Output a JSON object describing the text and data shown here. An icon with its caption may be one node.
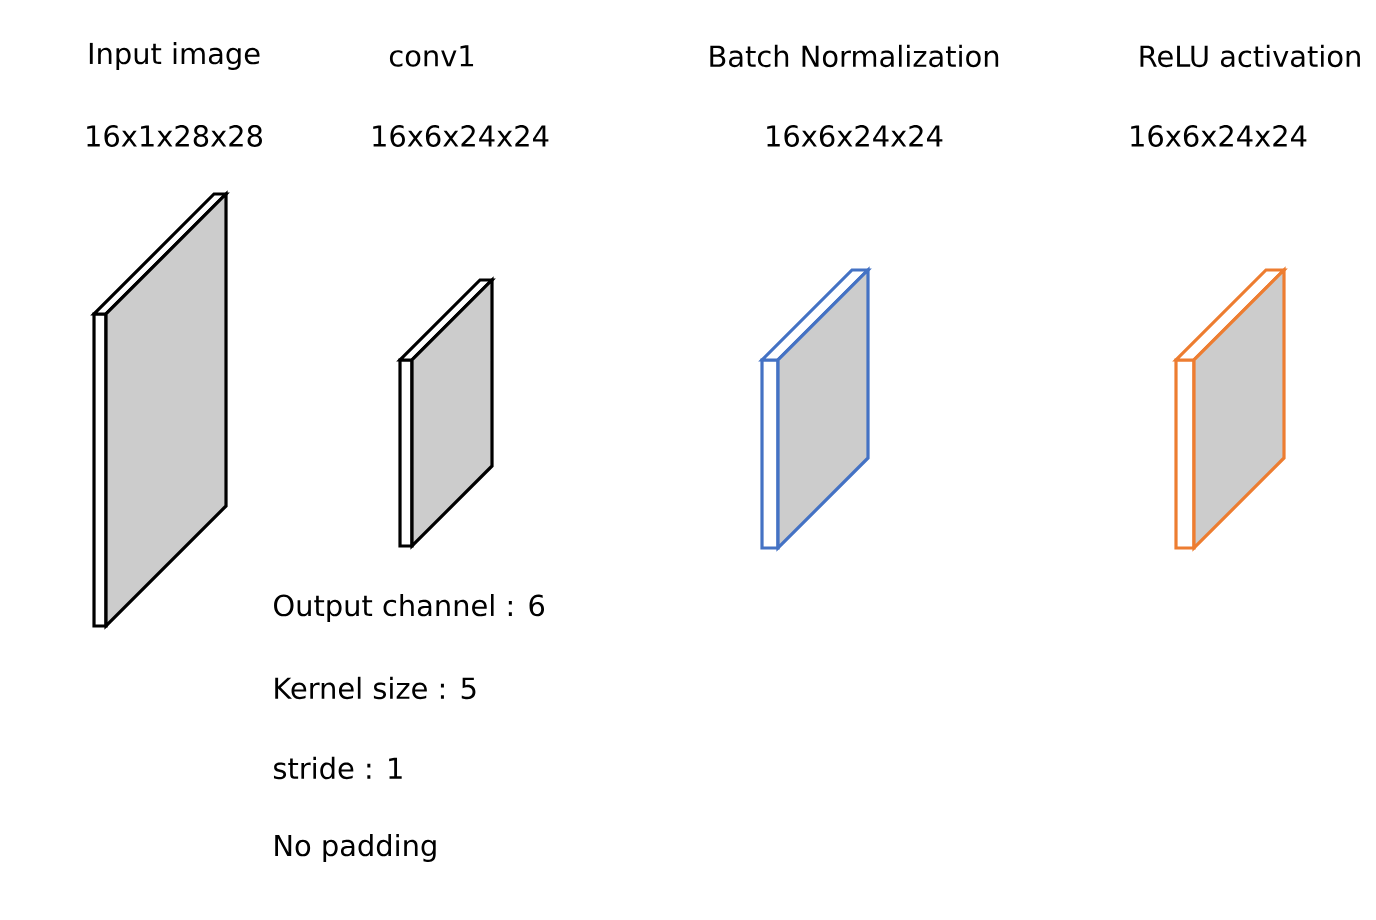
{
  "diagram": {
    "labels": [
      "Input image",
      "conv1",
      "Batch Normalization",
      "ReLU activation",
      "16x1x28x28",
      "16x6x24x24",
      "16x6x24x24",
      "16x6x24x24",
      "Output channel : 6",
      "Kernel size : 5",
      "stride : 1",
      "No padding"
    ]
  }
}
